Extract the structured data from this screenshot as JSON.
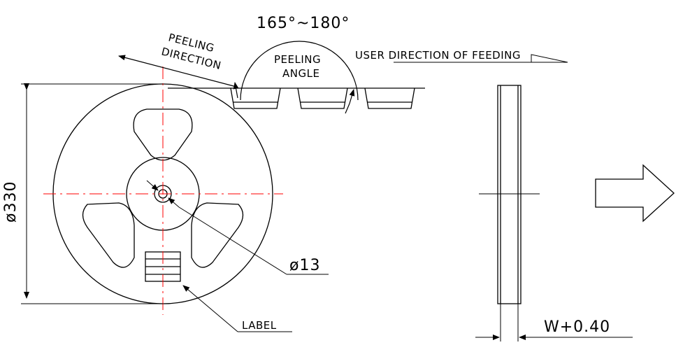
{
  "diagram": {
    "angle_range": "165°~180°",
    "peeling_direction": [
      "PEELING",
      "DIRECTION"
    ],
    "peeling_angle": [
      "PEELING",
      "ANGLE"
    ],
    "user_direction": "USER DIRECTION OF FEEDING",
    "outer_diameter": "ø330",
    "hub_diameter": "ø13",
    "label_text": "LABEL",
    "width_dim": "W+0.40"
  },
  "colors": {
    "line": "#000000",
    "centerline": "#ff0000",
    "background": "#ffffff"
  }
}
